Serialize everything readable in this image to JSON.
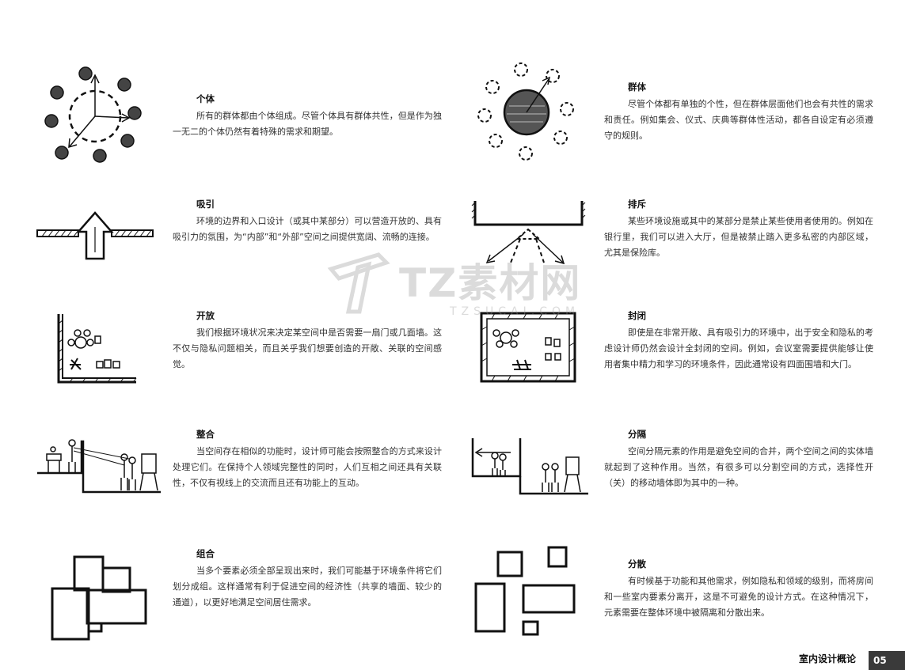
{
  "sections": [
    {
      "title": "个体",
      "text": "所有的群体都由个体组成。尽管个体具有群体共性，但是作为独一无二的个体仍然有着特殊的需求和期望。"
    },
    {
      "title": "群体",
      "text": "尽管个体都有单独的个性，但在群体层面他们也会有共性的需求和责任。例如集会、仪式、庆典等群体性活动，都各自设定有必须遵守的规则。"
    },
    {
      "title": "吸引",
      "text": "环境的边界和入口设计（或其中某部分）可以营造开放的、具有吸引力的氛围，为“内部”和“外部”空间之间提供宽阔、流畅的连接。"
    },
    {
      "title": "排斥",
      "text": "某些环境设施或其中的某部分是禁止某些使用者使用的。例如在银行里，我们可以进入大厅，但是被禁止踏入更多私密的内部区域，尤其是保险库。"
    },
    {
      "title": "开放",
      "text": "我们根据环境状况来决定某空间中是否需要一扇门或几面墙。这不仅与隐私问题相关，而且关乎我们想要创造的开敞、关联的空间感觉。"
    },
    {
      "title": "封闭",
      "text": "即使是在非常开敞、具有吸引力的环境中，出于安全和隐私的考虑设计师仍然会设计全封闭的空间。例如，会议室需要提供能够让使用者集中精力和学习的环境条件，因此通常设有四面围墙和大门。"
    },
    {
      "title": "整合",
      "text": "当空间存在相似的功能时，设计师可能会按照整合的方式来设计处理它们。在保持个人领域完整性的同时，人们互相之间还具有关联性，不仅有视线上的交流而且还有功能上的互动。"
    },
    {
      "title": "分隔",
      "text": "空间分隔元素的作用是避免空间的合并，两个空间之间的实体墙就起到了这种作用。当然，有很多可以分割空间的方式，选择性开（关）的移动墙体即为其中的一种。"
    },
    {
      "title": "组合",
      "text": "当多个要素必须全部呈现出来时，我们可能基于环境条件将它们划分成组。这样通常有利于促进空间的经济性（共享的墙面、较少的通道），以更好地满足空间居住需求。"
    },
    {
      "title": "分散",
      "text": "有时候基于功能和其他需求，例如隐私和领域的级别，而将房间和一些室内要素分离开，这是不可避免的设计方式。在这种情况下，元素需要在整体环境中被隔离和分散出来。"
    }
  ],
  "footer": {
    "title": "室内设计概论",
    "page": "05"
  },
  "watermark": {
    "text": "TZ素材网",
    "sub": "TZSUCAI.COM"
  }
}
